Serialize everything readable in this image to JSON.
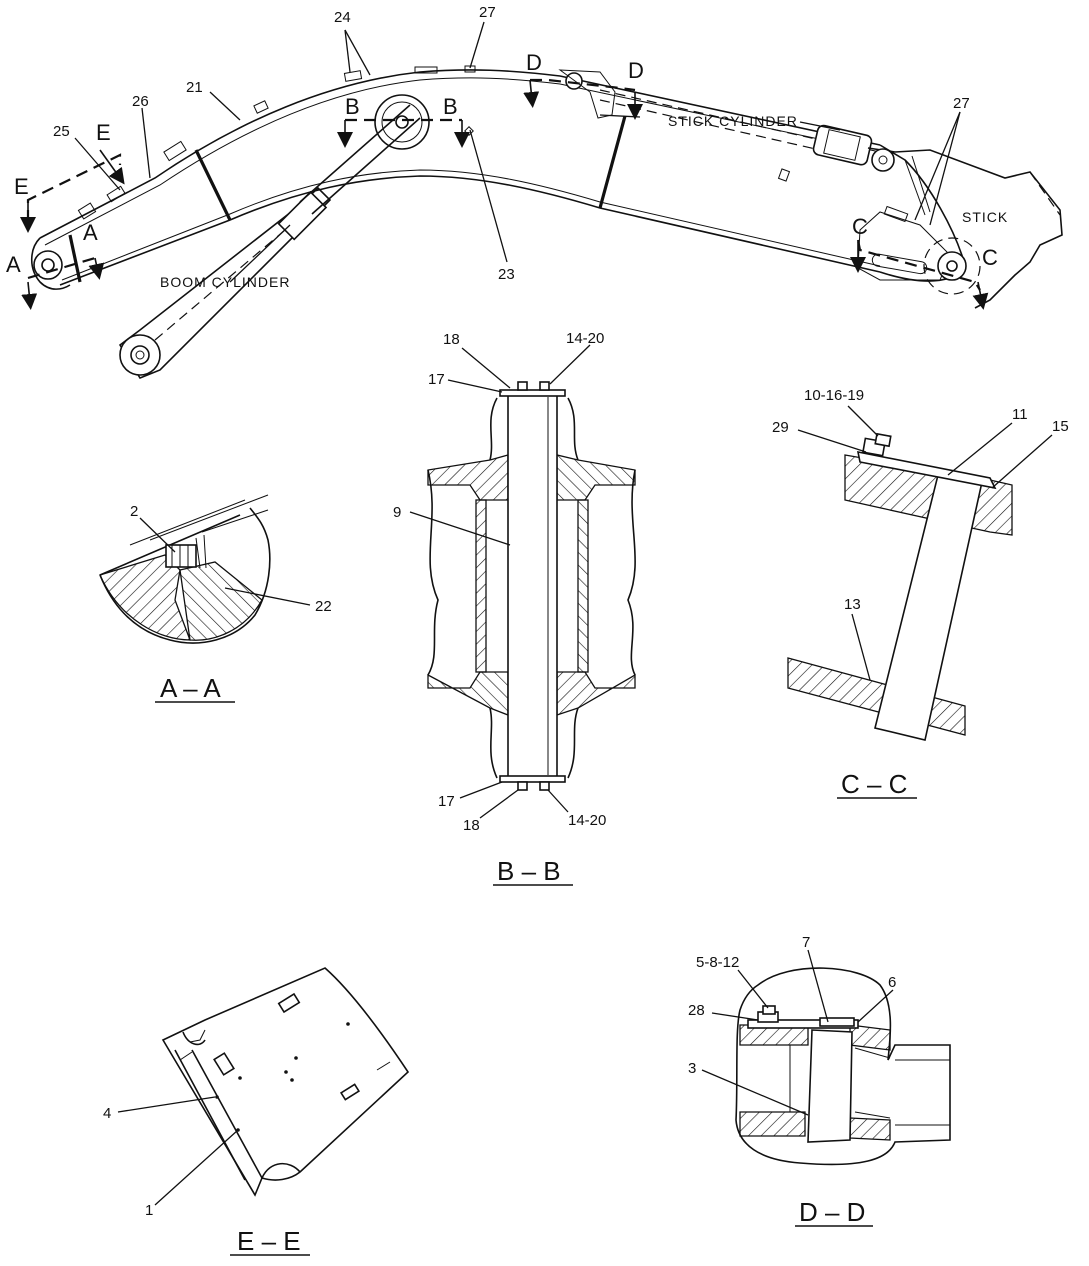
{
  "boom": {
    "part_labels": [
      "24",
      "27",
      "21",
      "26",
      "25",
      "23",
      "27"
    ],
    "section_letters": [
      "A",
      "A",
      "B",
      "B",
      "C",
      "C",
      "D",
      "D",
      "E",
      "E"
    ],
    "boom_cylinder": "BOOM  CYLINDER",
    "stick_cylinder": "STICK  CYLINDER",
    "stick": "STICK"
  },
  "view_aa": {
    "title": "A – A",
    "labels": [
      "2",
      "22"
    ]
  },
  "view_bb": {
    "title": "B – B",
    "labels": [
      "18",
      "14-20",
      "17",
      "9",
      "17",
      "18",
      "14-20"
    ]
  },
  "view_cc": {
    "title": "C – C",
    "labels": [
      "10-16-19",
      "29",
      "11",
      "15",
      "13"
    ]
  },
  "view_dd": {
    "title": "D – D",
    "labels": [
      "7",
      "5-8-12",
      "6",
      "28",
      "3"
    ]
  },
  "view_ee": {
    "title": "E – E",
    "labels": [
      "4",
      "1"
    ]
  }
}
